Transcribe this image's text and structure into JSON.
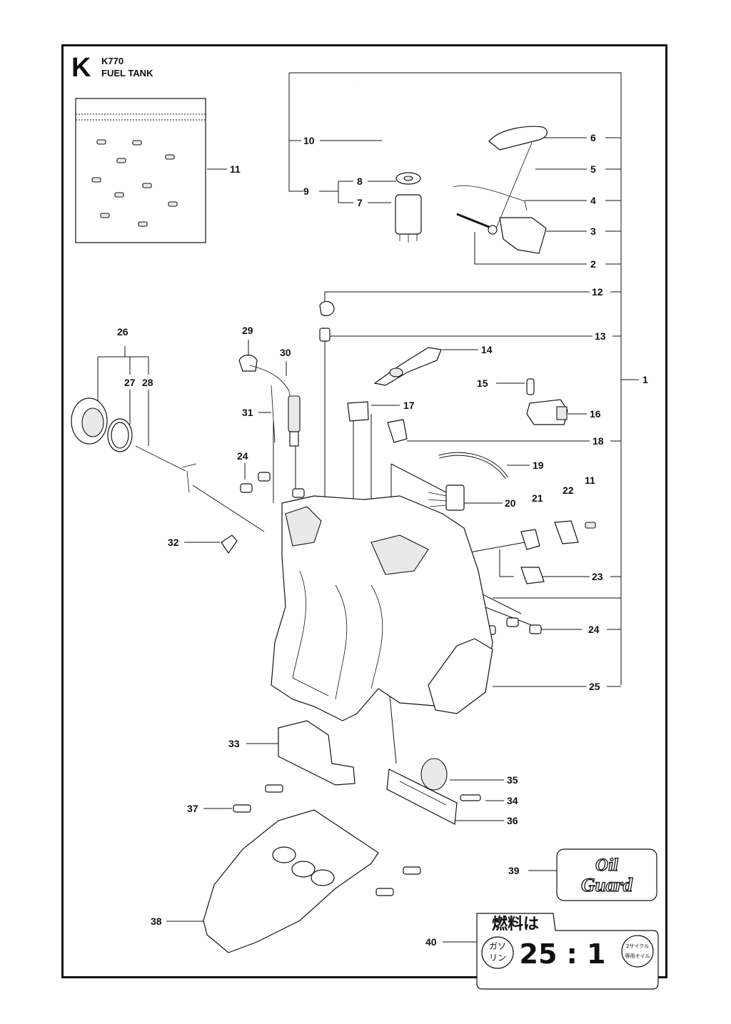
{
  "header": {
    "section_letter": "K",
    "model": "K770",
    "title": "FUEL TANK"
  },
  "callouts": [
    {
      "num": "1"
    },
    {
      "num": "2"
    },
    {
      "num": "3"
    },
    {
      "num": "4"
    },
    {
      "num": "5"
    },
    {
      "num": "6"
    },
    {
      "num": "7"
    },
    {
      "num": "8"
    },
    {
      "num": "9"
    },
    {
      "num": "10"
    },
    {
      "num": "11"
    },
    {
      "num": "11"
    },
    {
      "num": "12"
    },
    {
      "num": "13"
    },
    {
      "num": "14"
    },
    {
      "num": "15"
    },
    {
      "num": "16"
    },
    {
      "num": "17"
    },
    {
      "num": "18"
    },
    {
      "num": "19"
    },
    {
      "num": "20"
    },
    {
      "num": "21"
    },
    {
      "num": "22"
    },
    {
      "num": "23"
    },
    {
      "num": "24"
    },
    {
      "num": "24"
    },
    {
      "num": "25"
    },
    {
      "num": "26"
    },
    {
      "num": "27"
    },
    {
      "num": "28"
    },
    {
      "num": "29"
    },
    {
      "num": "30"
    },
    {
      "num": "31"
    },
    {
      "num": "32"
    },
    {
      "num": "33"
    },
    {
      "num": "34"
    },
    {
      "num": "35"
    },
    {
      "num": "36"
    },
    {
      "num": "37"
    },
    {
      "num": "38"
    },
    {
      "num": "39"
    },
    {
      "num": "40"
    }
  ],
  "decals": {
    "oil_guard_line1": "Oil",
    "oil_guard_line2": "Guard",
    "fuel_title": "燃料は",
    "fuel_left_top": "ガソ",
    "fuel_left_bottom": "リン",
    "fuel_ratio": "25 : 1",
    "fuel_right_top": "2サイクル",
    "fuel_right_bottom": "専用オイル"
  }
}
